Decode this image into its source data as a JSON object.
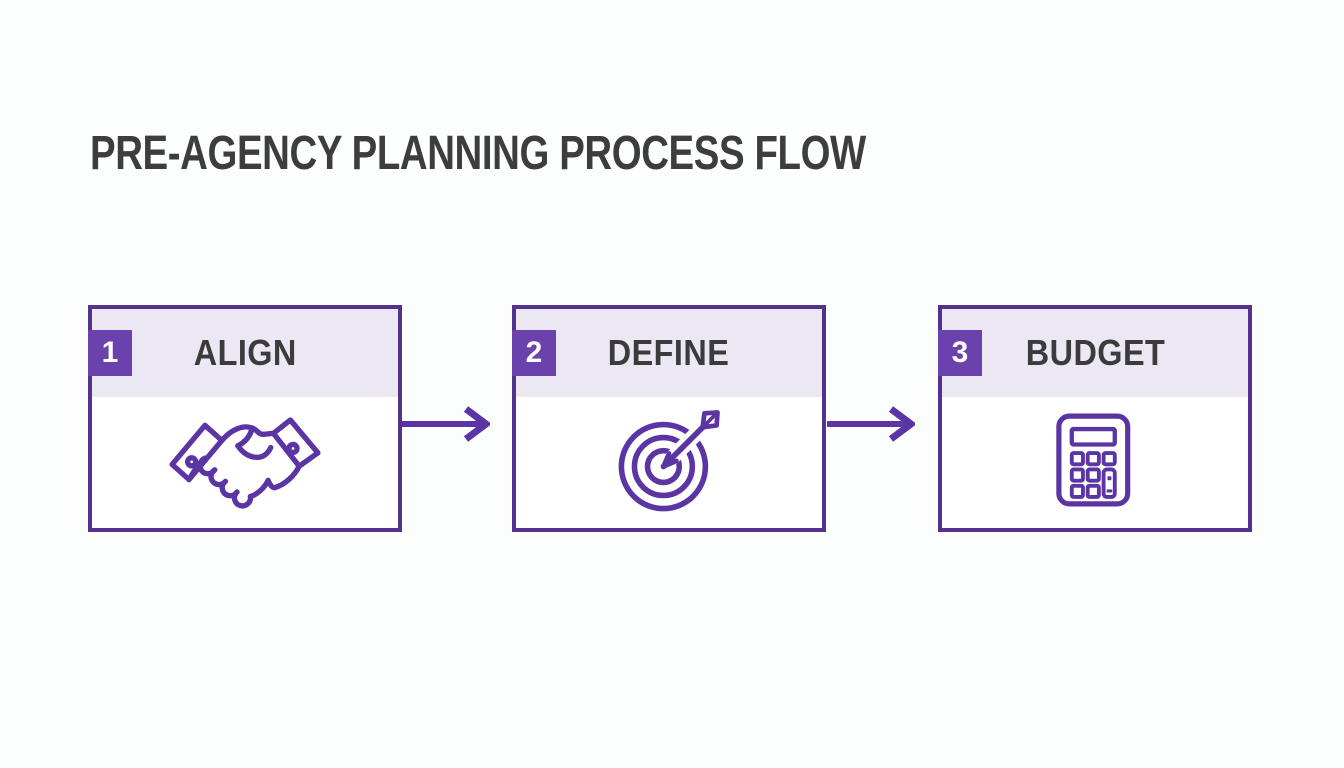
{
  "title": "PRE-AGENCY PLANNING PROCESS FLOW",
  "steps": [
    {
      "number": "1",
      "label": "ALIGN",
      "icon": "handshake-icon"
    },
    {
      "number": "2",
      "label": "DEFINE",
      "icon": "target-icon"
    },
    {
      "number": "3",
      "label": "BUDGET",
      "icon": "calculator-icon"
    }
  ],
  "connectors": [
    {
      "icon": "arrow-right-icon",
      "from": "ALIGN",
      "to": "DEFINE"
    },
    {
      "icon": "arrow-right-icon",
      "from": "DEFINE",
      "to": "BUDGET"
    }
  ],
  "colors": {
    "accent_purple": "#5c35a4",
    "box_border_purple": "#53318f",
    "badge_purple": "#6b41ad",
    "header_lavender": "#ebe8f4",
    "title_gray": "#3d3d3d",
    "label_gray": "#3b3b3b",
    "background": "#fcfdfd"
  }
}
